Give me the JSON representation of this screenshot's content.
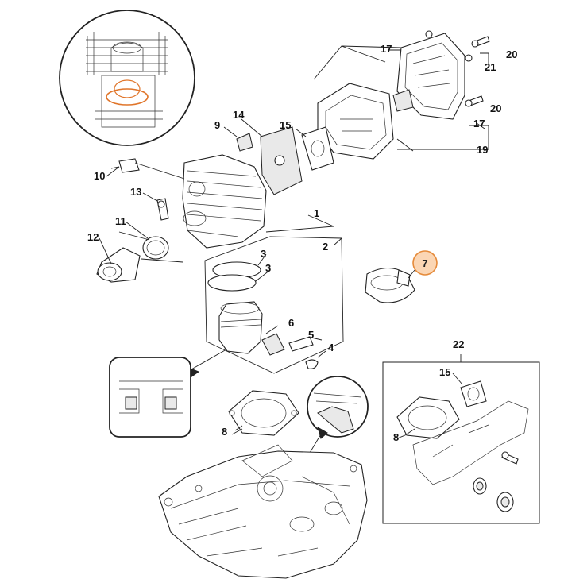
{
  "labels": {
    "p1": "1",
    "p2": "2",
    "p3a": "3",
    "p3b": "3",
    "p4": "4",
    "p5": "5",
    "p6": "6",
    "p7": "7",
    "p8a": "8",
    "p8b": "8",
    "p9": "9",
    "p10": "10",
    "p11": "11",
    "p12": "12",
    "p13": "13",
    "p14": "14",
    "p15a": "15",
    "p15b": "15",
    "p17a": "17",
    "p17b": "17",
    "p19": "19",
    "p20a": "20",
    "p20b": "20",
    "p21": "21",
    "p22": "22"
  },
  "highlight": {
    "part": "7",
    "fill": "#fbd6b4",
    "stroke": "#e58a3a"
  }
}
